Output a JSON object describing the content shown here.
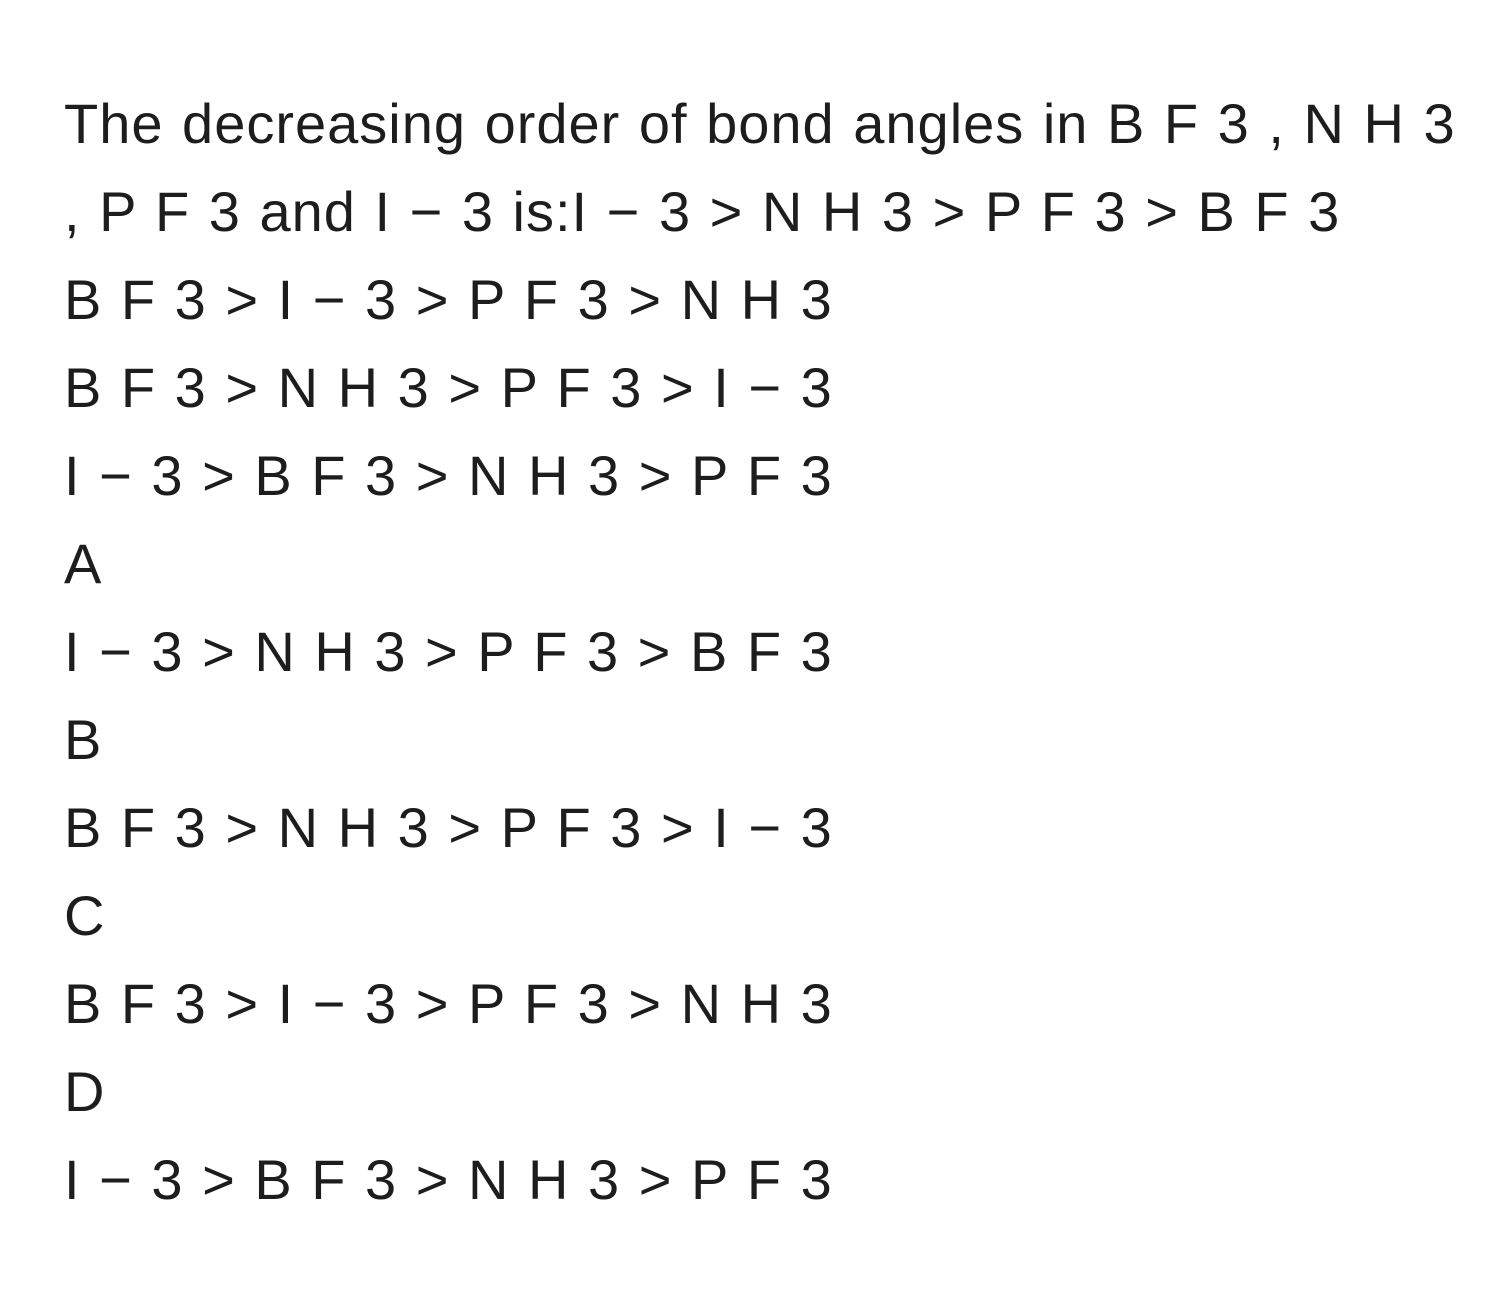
{
  "page": {
    "background_color": "#ffffff",
    "text_color": "#1d1d1d"
  },
  "question": {
    "line1": "The decreasing order of bond angles in B F 3 , N H 3",
    "line2": ", P F 3 and I − 3 is:I − 3 > N H 3 > P F 3 > B F 3"
  },
  "orders": [
    "B F 3 > I − 3 > P F 3 > N H 3",
    "B F 3 > N H 3 > P F 3 > I − 3",
    "I − 3 > B F 3 > N H 3 > P F 3"
  ],
  "options": [
    {
      "label": "A",
      "text": "I − 3 > N H 3 > P F 3 > B F 3"
    },
    {
      "label": "B",
      "text": "B F 3 > N H 3 > P F 3 > I − 3"
    },
    {
      "label": "C",
      "text": "B F 3 > I − 3 > P F 3 > N H 3"
    },
    {
      "label": "D",
      "text": "I − 3 > B F 3 > N H 3 > P F 3"
    }
  ]
}
